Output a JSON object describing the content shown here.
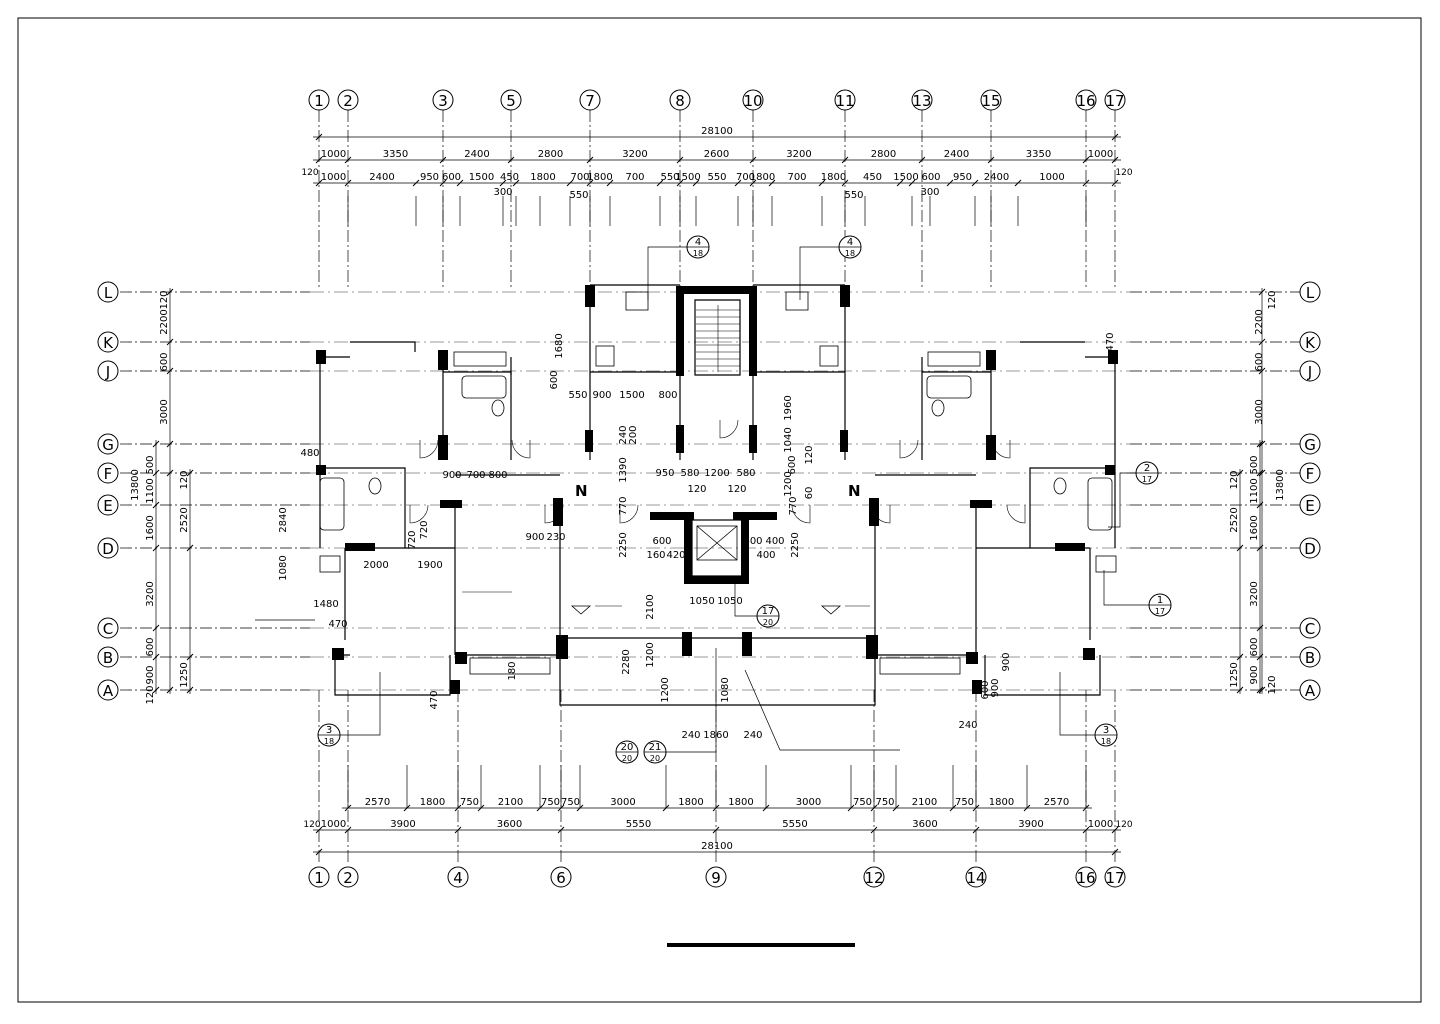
{
  "plan": {
    "col_axes_top": [
      "1",
      "2",
      "3",
      "5",
      "7",
      "8",
      "10",
      "11",
      "13",
      "15",
      "16",
      "17"
    ],
    "col_axes_bottom": [
      "1",
      "2",
      "4",
      "6",
      "9",
      "12",
      "14",
      "16",
      "17"
    ],
    "row_axes": [
      "L",
      "K",
      "J",
      "G",
      "F",
      "E",
      "D",
      "C",
      "B",
      "A"
    ],
    "north_mark": "N",
    "colors": {
      "line": "#000000",
      "wall_fill": "#000000",
      "paper": "#ffffff"
    }
  },
  "top_dims": {
    "overall": "28100",
    "row1": [
      "1000",
      "3350",
      "2400",
      "2800",
      "3200",
      "2600",
      "3200",
      "2800",
      "2400",
      "3350",
      "1000"
    ],
    "row2": [
      "1000",
      "2400",
      "950",
      "600",
      "1500",
      "450",
      "1800",
      "700",
      "1800",
      "700",
      "550",
      "1500",
      "550",
      "700",
      "1800",
      "700",
      "1800",
      "450",
      "1500",
      "600",
      "950",
      "2400",
      "1000"
    ],
    "row2_left_stub": "120",
    "row2_right_stub": "120",
    "row3": [
      "300",
      "550",
      "550",
      "300"
    ]
  },
  "bottom_dims": {
    "row1": [
      "2570",
      "1800",
      "750",
      "2100",
      "750",
      "750",
      "3000",
      "1800",
      "1800",
      "3000",
      "750",
      "750",
      "2100",
      "750",
      "1800",
      "2570"
    ],
    "row2": [
      "1000",
      "3900",
      "3600",
      "5550",
      "5550",
      "3600",
      "3900",
      "1000"
    ],
    "row2_left_stub": "120",
    "row2_right_stub": "120",
    "overall": "28100"
  },
  "left_dims": {
    "outer": [
      "120",
      "2200",
      "600",
      "3000",
      "13800"
    ],
    "inner": [
      "500",
      "1100",
      "1600",
      "3200",
      "600",
      "900",
      "120"
    ],
    "stack2": [
      "120",
      "2520",
      "1250"
    ]
  },
  "right_dims": {
    "outer": [
      "120",
      "2200",
      "600",
      "3000",
      "13800"
    ],
    "inner": [
      "500",
      "1100",
      "1600",
      "3200",
      "600",
      "900",
      "120"
    ],
    "stack2": [
      "120",
      "2520",
      "1250"
    ]
  },
  "detail_refs": [
    {
      "num": "4",
      "sheet": "18"
    },
    {
      "num": "4",
      "sheet": "18"
    },
    {
      "num": "3",
      "sheet": "18"
    },
    {
      "num": "3",
      "sheet": "18"
    },
    {
      "num": "2",
      "sheet": "17"
    },
    {
      "num": "1",
      "sheet": "17"
    },
    {
      "num": "17",
      "sheet": "20"
    },
    {
      "num": "20",
      "sheet": "20"
    },
    {
      "num": "21",
      "sheet": "20"
    }
  ],
  "interior_dims": {
    "stair_core": [
      "1960",
      "1040",
      "120",
      "1200",
      "60",
      "2250",
      "2250",
      "2100",
      "1050",
      "1050",
      "2280",
      "1200",
      "240",
      "1860",
      "240",
      "600",
      "160",
      "420",
      "400",
      "400",
      "400",
      "950",
      "580",
      "1200",
      "580",
      "120",
      "120",
      "1390",
      "770",
      "770",
      "240",
      "200",
      "600"
    ],
    "left_unit": [
      "1680",
      "600",
      "550",
      "900",
      "1500",
      "800",
      "900",
      "700",
      "800",
      "480",
      "2840",
      "720",
      "720",
      "900",
      "230",
      "2000",
      "1900",
      "1080",
      "1480",
      "470",
      "470",
      "180",
      "1080",
      "1200"
    ],
    "right_unit": [
      "470",
      "900",
      "900",
      "600",
      "240"
    ]
  }
}
